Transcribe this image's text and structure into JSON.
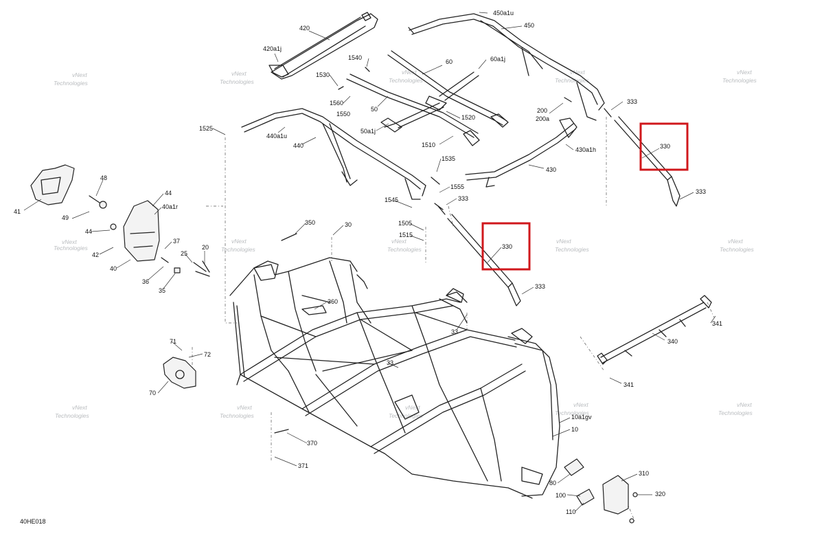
{
  "diagram": {
    "drawing_code": "40HE018",
    "watermark": {
      "line1": "vNext",
      "line2": "Technologies"
    },
    "highlight_color": "#d0181c",
    "labels": {
      "l420": "420",
      "l420a1j": "420a1j",
      "l450a1u": "450a1u",
      "l450": "450",
      "l1540": "1540",
      "l60": "60",
      "l60a1j": "60a1j",
      "l1530": "1530",
      "l1560": "1560",
      "l1550": "1550",
      "l50": "50",
      "l1520": "1520",
      "l50a1j": "50a1j",
      "l1510": "1510",
      "l333a": "333",
      "l200": "200",
      "l200a": "200a",
      "l330a": "330",
      "l1525": "1525",
      "l440a1u": "440a1u",
      "l440": "440",
      "l430a1h": "430a1h",
      "l430": "430",
      "l333b": "333",
      "l1535": "1535",
      "l1555": "1555",
      "l1545": "1545",
      "l333c": "333",
      "l48": "48",
      "l44a": "44",
      "l40a1r": "40a1r",
      "l41": "41",
      "l49": "49",
      "l44b": "44",
      "l350": "350",
      "l30": "30",
      "l1505": "1505",
      "l1515": "1515",
      "l330b": "330",
      "l37": "37",
      "l42": "42",
      "l20": "20",
      "l25": "25",
      "l40": "40",
      "l36": "36",
      "l35": "35",
      "l333d": "333",
      "l360": "360",
      "l341a": "341",
      "l33a": "33",
      "l340": "340",
      "l71": "71",
      "l72": "72",
      "l33b": "33",
      "l341b": "341",
      "l70": "70",
      "l10a1gv": "10a1gv",
      "l10": "10",
      "l370": "370",
      "l371": "371",
      "l310": "310",
      "l80": "80",
      "l320": "320",
      "l100": "100",
      "l110": "110"
    }
  }
}
